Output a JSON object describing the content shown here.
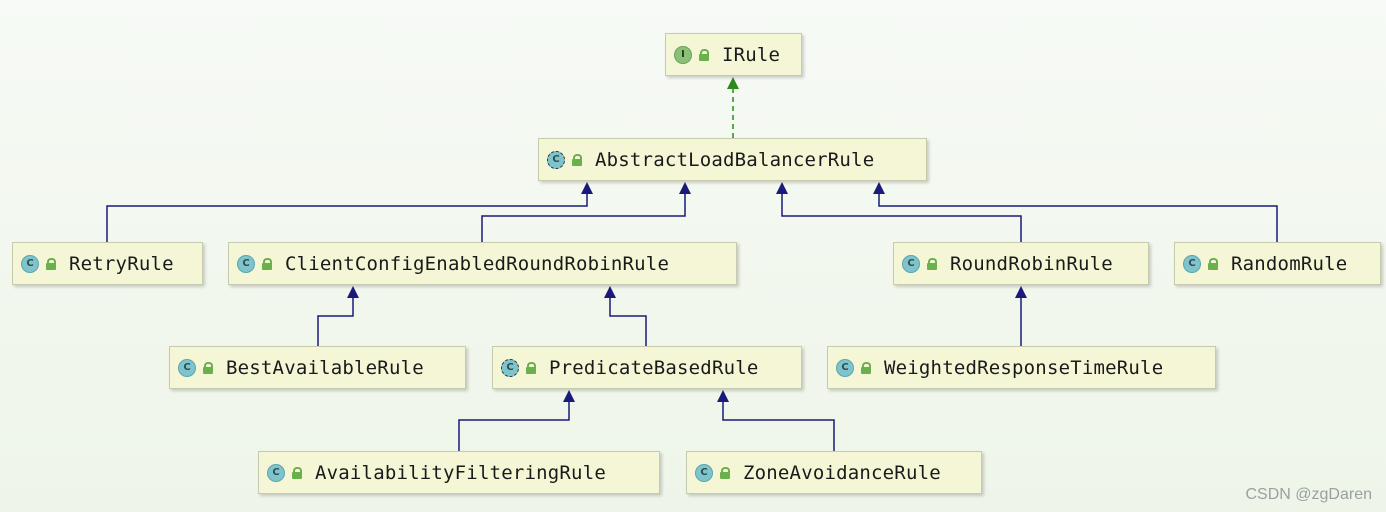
{
  "nodes": [
    {
      "id": "irule",
      "label": "IRule",
      "kind": "interface",
      "badge": "I",
      "icon": "unlocked-icon"
    },
    {
      "id": "abstract",
      "label": "AbstractLoadBalancerRule",
      "kind": "abstract",
      "badge": "C",
      "icon": "unlocked-icon"
    },
    {
      "id": "retry",
      "label": "RetryRule",
      "kind": "class",
      "badge": "C",
      "icon": "unlocked-icon"
    },
    {
      "id": "ccerr",
      "label": "ClientConfigEnabledRoundRobinRule",
      "kind": "class",
      "badge": "C",
      "icon": "unlocked-icon"
    },
    {
      "id": "rr",
      "label": "RoundRobinRule",
      "kind": "class",
      "badge": "C",
      "icon": "unlocked-icon"
    },
    {
      "id": "random",
      "label": "RandomRule",
      "kind": "class",
      "badge": "C",
      "icon": "unlocked-icon"
    },
    {
      "id": "best",
      "label": "BestAvailableRule",
      "kind": "class",
      "badge": "C",
      "icon": "unlocked-icon"
    },
    {
      "id": "pred",
      "label": "PredicateBasedRule",
      "kind": "abstract",
      "badge": "C",
      "icon": "unlocked-icon"
    },
    {
      "id": "wrt",
      "label": "WeightedResponseTimeRule",
      "kind": "class",
      "badge": "C",
      "icon": "unlocked-icon"
    },
    {
      "id": "avail",
      "label": "AvailabilityFilteringRule",
      "kind": "class",
      "badge": "C",
      "icon": "unlocked-icon"
    },
    {
      "id": "zone",
      "label": "ZoneAvoidanceRule",
      "kind": "class",
      "badge": "C",
      "icon": "unlocked-icon"
    }
  ],
  "edges": [
    {
      "from": "abstract",
      "to": "irule",
      "type": "implements"
    },
    {
      "from": "retry",
      "to": "abstract",
      "type": "extends"
    },
    {
      "from": "ccerr",
      "to": "abstract",
      "type": "extends"
    },
    {
      "from": "rr",
      "to": "abstract",
      "type": "extends"
    },
    {
      "from": "random",
      "to": "abstract",
      "type": "extends"
    },
    {
      "from": "best",
      "to": "ccerr",
      "type": "extends"
    },
    {
      "from": "pred",
      "to": "ccerr",
      "type": "extends"
    },
    {
      "from": "wrt",
      "to": "rr",
      "type": "extends"
    },
    {
      "from": "avail",
      "to": "pred",
      "type": "extends"
    },
    {
      "from": "zone",
      "to": "pred",
      "type": "extends"
    }
  ],
  "colors": {
    "extends": "#1a1a7a",
    "implements": "#2a8a1a"
  },
  "watermark": "CSDN @zgDaren"
}
